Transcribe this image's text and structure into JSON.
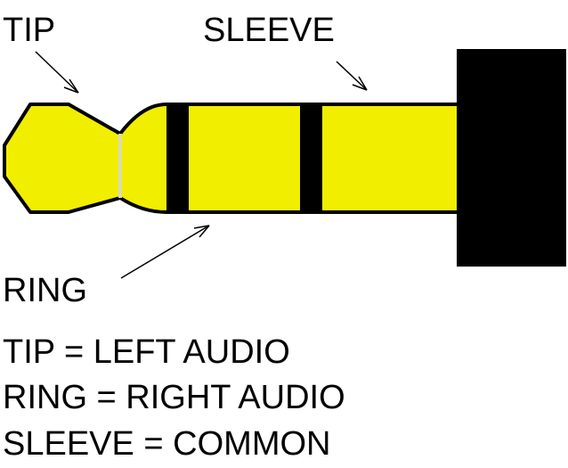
{
  "labels": {
    "tip": "TIP",
    "sleeve": "SLEEVE",
    "ring": "RING"
  },
  "legend": [
    "TIP = LEFT AUDIO",
    "RING = RIGHT AUDIO",
    "SLEEVE = COMMON"
  ],
  "colors": {
    "metal": "#f2ee00",
    "outline": "#000000",
    "insulator": "#000000",
    "handle": "#000000",
    "tip_gap": "#dcdcb0"
  }
}
